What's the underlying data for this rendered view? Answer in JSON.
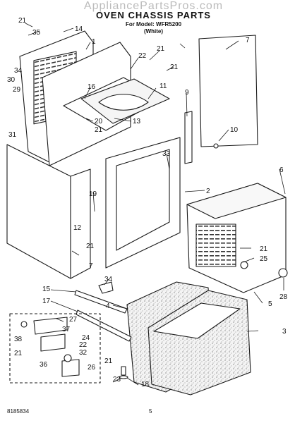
{
  "header": {
    "watermark": "AppliancePartsPros.com",
    "title": "OVEN CHASSIS PARTS",
    "model_line": "For Model: WFR5200",
    "variant": "(White)"
  },
  "footer": {
    "doc_number": "8185834",
    "page_number": "5"
  },
  "callouts": {
    "c_21a": "21",
    "c_35": "35",
    "c_14": "14",
    "c_1": "1",
    "c_22": "22",
    "c_21b": "21",
    "c_21c": "21",
    "c_7a": "7",
    "c_34a": "34",
    "c_16": "16",
    "c_11": "11",
    "c_9": "9",
    "c_30": "30",
    "c_29": "29",
    "c_31": "31",
    "c_20": "20",
    "c_21d": "21",
    "c_13": "13",
    "c_10": "10",
    "c_33": "33",
    "c_6": "6",
    "c_19": "19",
    "c_2": "2",
    "c_12": "12",
    "c_21e": "21",
    "c_21f": "21",
    "c_25": "25",
    "c_7b": "7",
    "c_34b": "34",
    "c_5": "5",
    "c_28": "28",
    "c_15": "15",
    "c_4": "4",
    "c_17": "17",
    "c_3": "3",
    "c_27": "27",
    "c_37": "37",
    "c_24": "24",
    "c_38": "38",
    "c_22b": "22",
    "c_32": "32",
    "c_21g": "21",
    "c_21h": "21",
    "c_36": "36",
    "c_26": "26",
    "c_23": "23",
    "c_18": "18"
  },
  "colors": {
    "line": "#1a1a1a",
    "insulation_fill": "#eeeeee"
  }
}
